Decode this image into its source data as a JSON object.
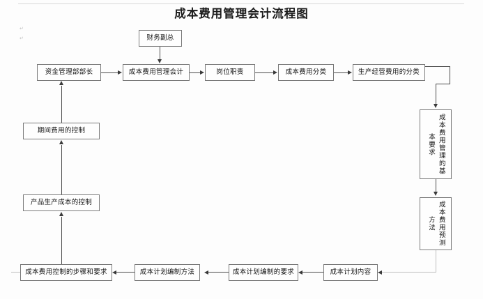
{
  "document": {
    "title": "成本费用管理会计流程图",
    "paragraph_marks": [
      "↵",
      "↵"
    ]
  },
  "nodes": {
    "cfo": "财务副总",
    "fund_dept_head": "资金管理部部长",
    "cost_mgmt_accounting": "成本费用管理会计",
    "job_duties": "岗位职责",
    "cost_classification": "成本费用分类",
    "operating_cost_classification": "生产经营费用的分类",
    "basic_requirements": "成本费用管理的基本要求",
    "forecast_methods": "成本费用预测方法",
    "plan_content": "成本计划内容",
    "plan_requirements": "成本计划编制的要求",
    "plan_methods": "成本计划编制方法",
    "control_steps": "成本费用控制的步骤和要求",
    "product_cost_control": "产品生产成本的控制",
    "period_expense_control": "期间费用的控制"
  },
  "flow": {
    "type": "flowchart",
    "orientation": "clockwise-loop",
    "edges": [
      {
        "from": "财务副总",
        "to": "成本费用管理会计",
        "direction": "down"
      },
      {
        "from": "资金管理部部长",
        "to": "成本费用管理会计",
        "direction": "right"
      },
      {
        "from": "成本费用管理会计",
        "to": "岗位职责",
        "direction": "right"
      },
      {
        "from": "岗位职责",
        "to": "成本费用分类",
        "direction": "right"
      },
      {
        "from": "成本费用分类",
        "to": "生产经营费用的分类",
        "direction": "right"
      },
      {
        "from": "生产经营费用的分类",
        "to": "成本费用管理的基本要求",
        "direction": "down"
      },
      {
        "from": "成本费用管理的基本要求",
        "to": "成本费用预测方法",
        "direction": "down"
      },
      {
        "from": "成本费用预测方法",
        "to": "成本计划内容",
        "direction": "left"
      },
      {
        "from": "成本计划内容",
        "to": "成本计划编制的要求",
        "direction": "left"
      },
      {
        "from": "成本计划编制的要求",
        "to": "成本计划编制方法",
        "direction": "left"
      },
      {
        "from": "成本计划编制方法",
        "to": "成本费用控制的步骤和要求",
        "direction": "left"
      },
      {
        "from": "成本费用控制的步骤和要求",
        "to": "产品生产成本的控制",
        "direction": "up"
      },
      {
        "from": "产品生产成本的控制",
        "to": "期间费用的控制",
        "direction": "up"
      },
      {
        "from": "期间费用的控制",
        "to": "资金管理部部长",
        "direction": "up"
      }
    ]
  },
  "colors": {
    "box_border": "#7a7a7a",
    "connector": "#4a4a4a",
    "text": "#141414",
    "background": "#fdfdfd"
  }
}
